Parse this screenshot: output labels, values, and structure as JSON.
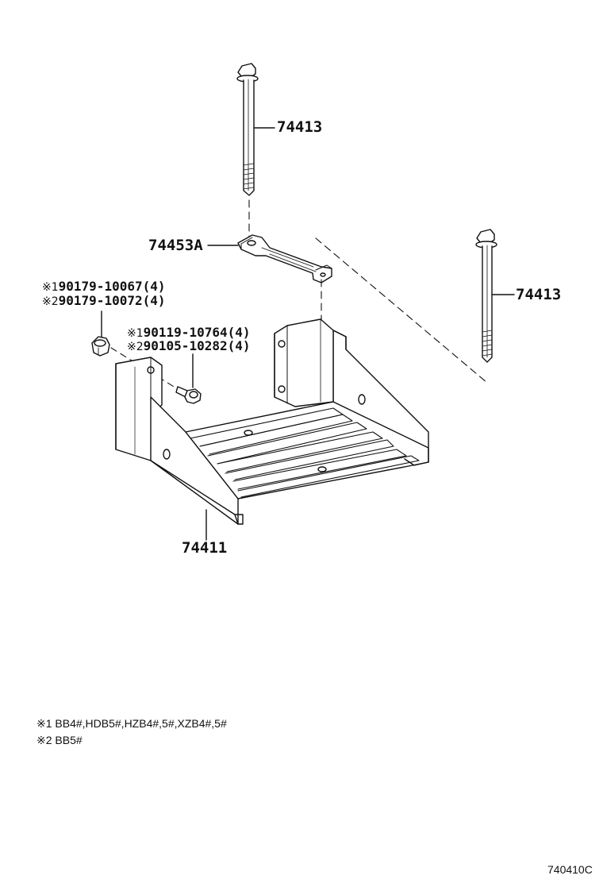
{
  "callouts": {
    "bolt_upper": "74413",
    "clamp": "74453A",
    "bolt_right": "74413",
    "tray": "74411"
  },
  "nut_refs": [
    {
      "mark": "※1",
      "part": "90179-10067(4)"
    },
    {
      "mark": "※2",
      "part": "90179-10072(4)"
    }
  ],
  "bolt_refs": [
    {
      "mark": "※1",
      "part": "90119-10764(4)"
    },
    {
      "mark": "※2",
      "part": "90105-10282(4)"
    }
  ],
  "notes": [
    "※1 BB4#,HDB5#,HZB4#,5#,XZB4#,5#",
    "※2 BB5#"
  ],
  "diagram_code": "740410C"
}
